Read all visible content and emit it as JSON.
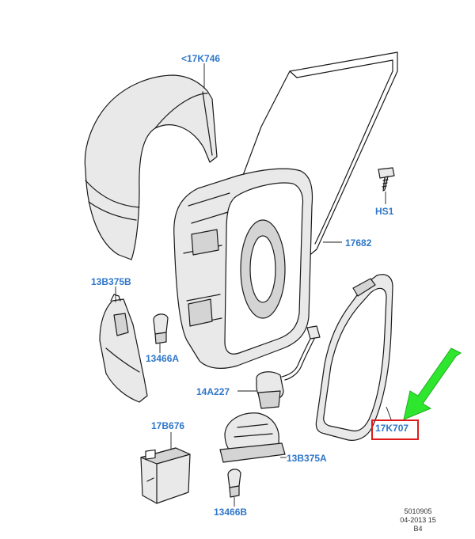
{
  "labels": {
    "p17k746": "<17K746",
    "hs1": "HS1",
    "p17682": "17682",
    "p13b375b": "13B375B",
    "p13466a": "13466A",
    "p14a227": "14A227",
    "p17k707": "17K707",
    "p17b676": "17B676",
    "p13b375a": "13B375A",
    "p13466b": "13466B"
  },
  "footer": {
    "line1": "5010905",
    "line2": "04-2013 15",
    "line3": "B4"
  },
  "colors": {
    "label": "#2f77c9",
    "highlight": "#e01a1a",
    "arrow": "#2ee62e"
  },
  "highlighted_part": "17K707"
}
